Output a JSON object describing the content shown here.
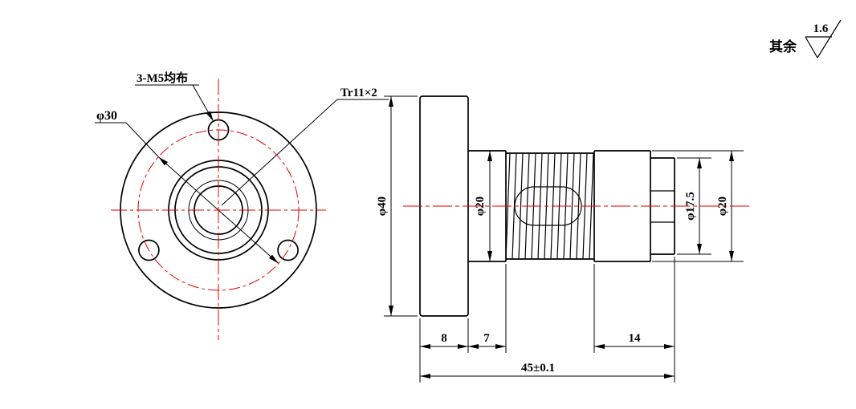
{
  "surface_note": {
    "prefix": "其余",
    "value": "1.6"
  },
  "front_view": {
    "hole_label": "3-M5均布",
    "bolt_circle_dia": "φ30",
    "thread_spec": "Tr11×2"
  },
  "side_view": {
    "flange_dia": "φ40",
    "shaft_dia": "φ20",
    "end_inner_dia": "φ17.5",
    "end_outer_dia": "φ20",
    "flange_width": "8",
    "neck_width": "7",
    "end_length": "14",
    "overall_length": "45±0.1"
  },
  "colors": {
    "outline": "#000000",
    "centerline": "#e60000"
  }
}
